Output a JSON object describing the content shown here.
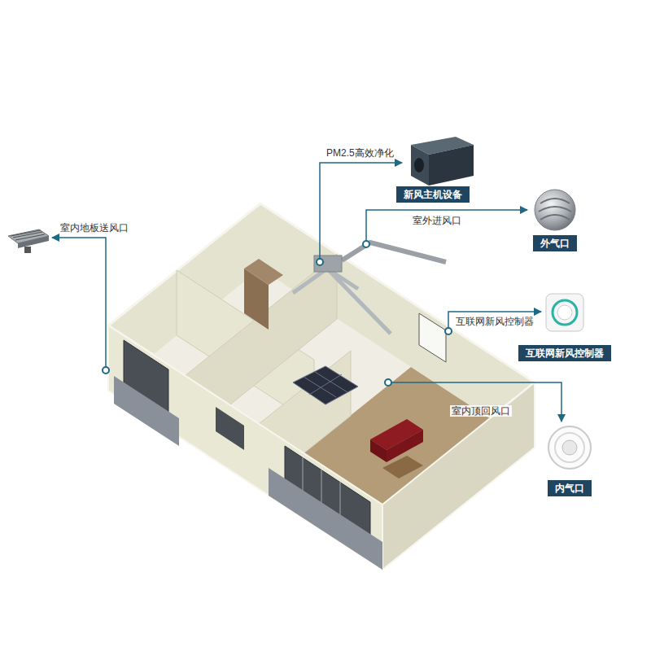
{
  "diagram": {
    "nodes": [
      {
        "text": [
          "新风主机设备"
        ]
      },
      {
        "text": [
          "外气口"
        ]
      },
      {
        "text": [
          "互联网新风控制器"
        ]
      },
      {
        "text": [
          "内气口"
        ]
      }
    ],
    "labels": [
      "PM2.5高效净化",
      "室外进风口",
      "互联网新风控制器",
      "室内顶回风口",
      "室内地板送风口"
    ]
  }
}
